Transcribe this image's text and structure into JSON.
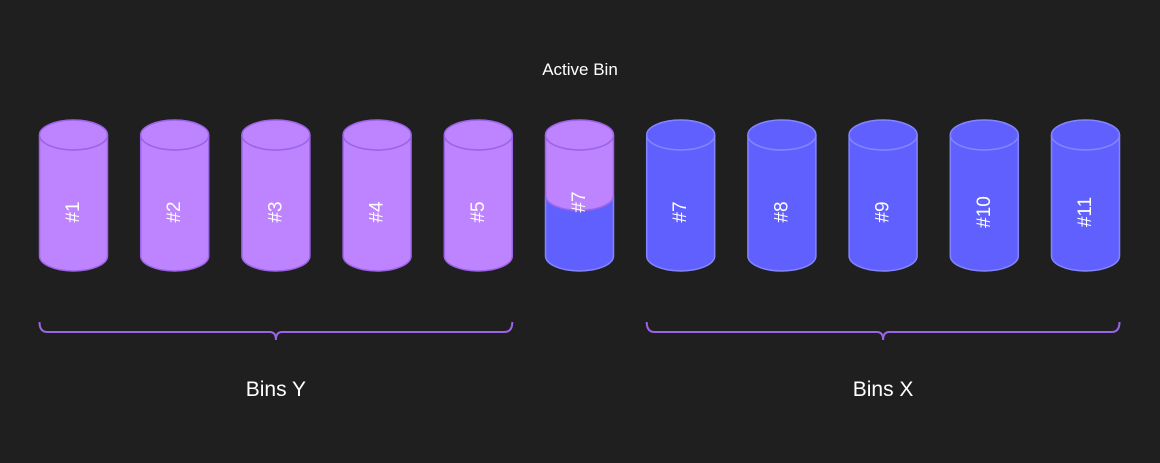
{
  "diagram": {
    "active_label": "Active Bin",
    "bins": [
      {
        "label": "#1",
        "kind": "y"
      },
      {
        "label": "#2",
        "kind": "y"
      },
      {
        "label": "#3",
        "kind": "y"
      },
      {
        "label": "#4",
        "kind": "y"
      },
      {
        "label": "#5",
        "kind": "y"
      },
      {
        "label": "#7",
        "kind": "active",
        "fill_fraction": 0.5
      },
      {
        "label": "#7",
        "kind": "x"
      },
      {
        "label": "#8",
        "kind": "x"
      },
      {
        "label": "#9",
        "kind": "x"
      },
      {
        "label": "#10",
        "kind": "x"
      },
      {
        "label": "#11",
        "kind": "x"
      }
    ],
    "groups": [
      {
        "label": "Bins Y",
        "from": 0,
        "to": 4
      },
      {
        "label": "Bins X",
        "from": 6,
        "to": 10
      }
    ]
  },
  "colors": {
    "background": "#1f1f1f",
    "purple_fill": "#be84ff",
    "purple_stroke": "#9b63e6",
    "blue_fill": "#6060ff",
    "blue_stroke": "#8484ff",
    "brace": "#9b63e6",
    "text": "#ffffff"
  }
}
